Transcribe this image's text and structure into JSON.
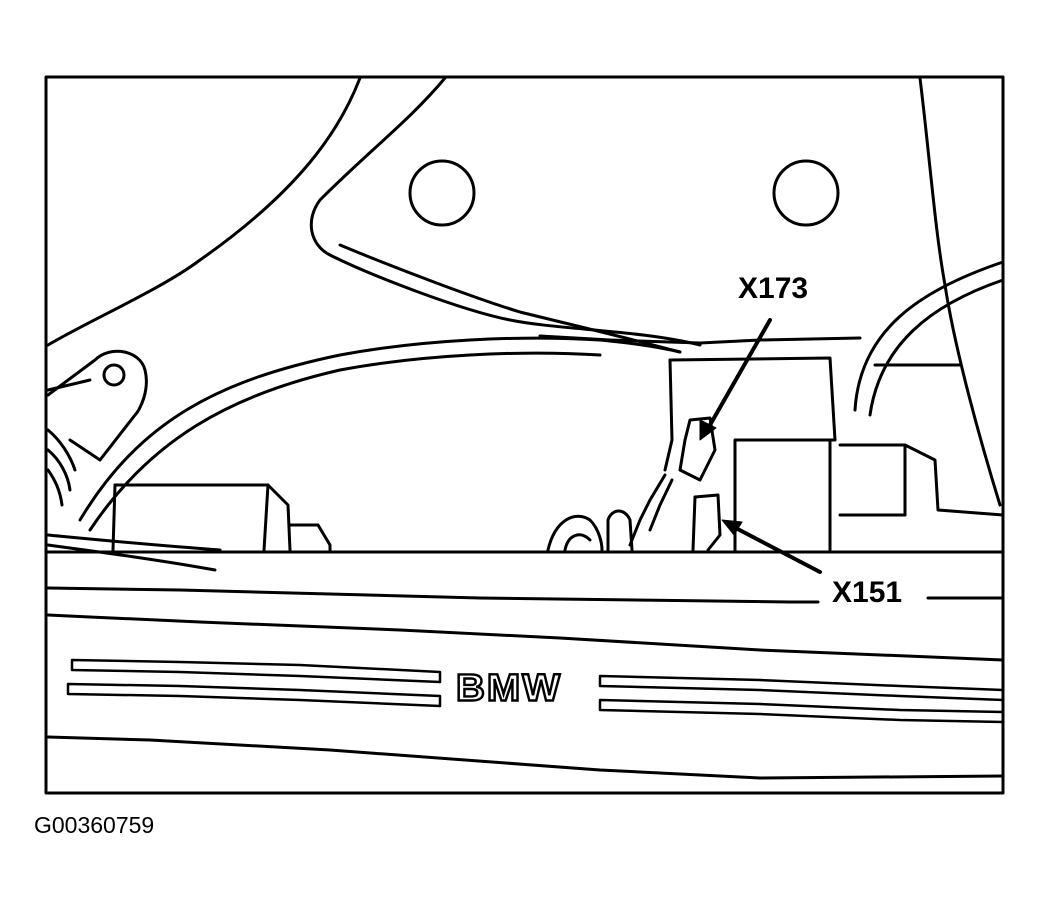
{
  "diagram": {
    "type": "component-location-line-drawing",
    "colors": {
      "line": "#000000",
      "background": "#ffffff"
    },
    "callouts": [
      {
        "id": "x173",
        "label": "X173"
      },
      {
        "id": "x151",
        "label": "X151"
      }
    ],
    "emblem_text": "BMW",
    "figure_code": "G00360759"
  }
}
